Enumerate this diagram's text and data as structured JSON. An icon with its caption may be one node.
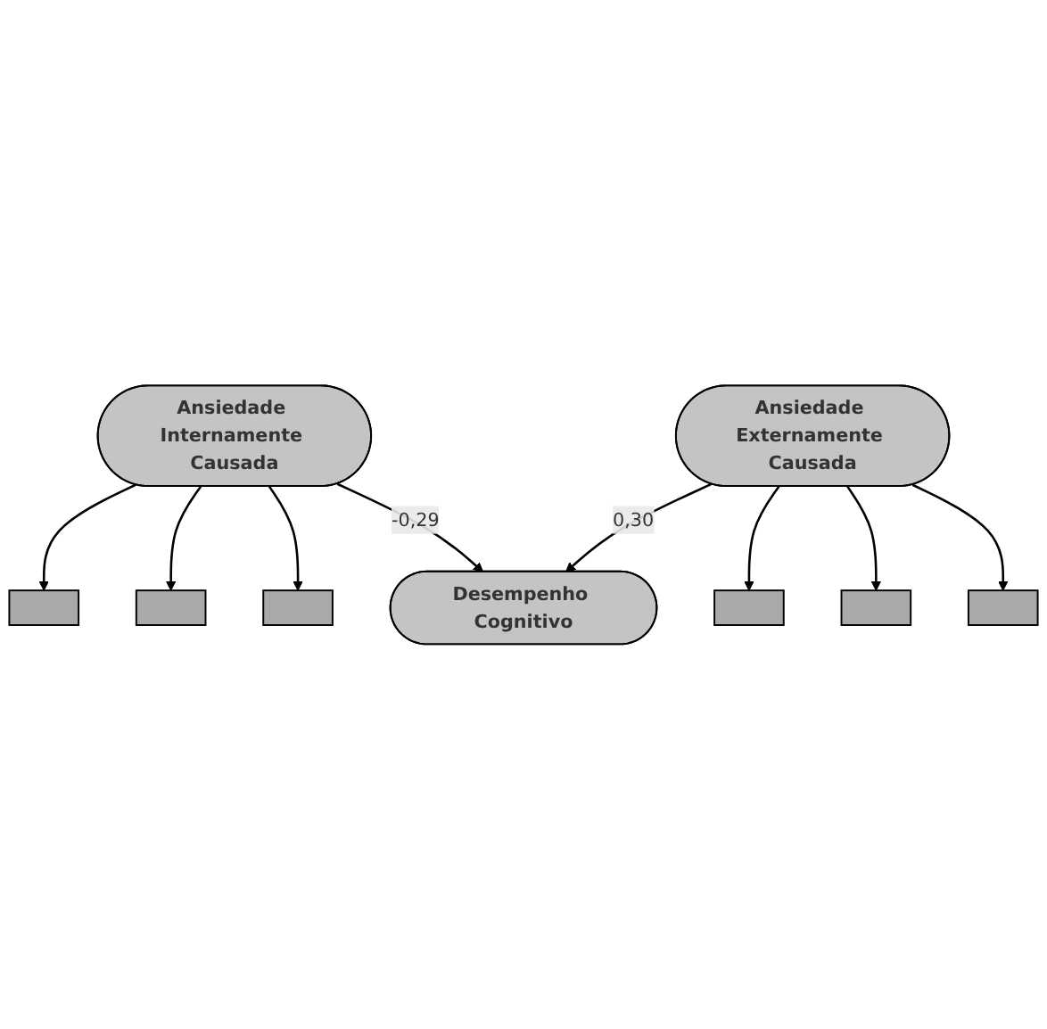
{
  "diagram": {
    "nodes": [
      {
        "text": [],
        "shape": "box"
      },
      {
        "text": [],
        "shape": "box"
      },
      {
        "text": [],
        "shape": "box"
      },
      {
        "text": [],
        "shape": "box"
      },
      {
        "text": [],
        "shape": "box"
      },
      {
        "text": [],
        "shape": "box"
      },
      {
        "text": [
          "Ansiedade Internamente Causada"
        ]
      },
      {
        "text": [
          "Ansiedade Externamente Causada"
        ]
      },
      {
        "text": [
          "Desempenho Cognitivo"
        ]
      }
    ],
    "edges": [
      {
        "from": 6,
        "to": 0,
        "arrow": "to"
      },
      {
        "from": 6,
        "to": 1,
        "arrow": "to"
      },
      {
        "from": 6,
        "to": 2,
        "arrow": "to"
      },
      {
        "from": 7,
        "to": 3,
        "arrow": "to"
      },
      {
        "from": 7,
        "to": 4,
        "arrow": "to"
      },
      {
        "from": 7,
        "to": 5,
        "arrow": "to"
      },
      {
        "from": 6,
        "to": 8,
        "arrow": "to",
        "label": "-0,29"
      },
      {
        "from": 7,
        "to": 8,
        "arrow": "to",
        "label": "0,30"
      }
    ]
  }
}
